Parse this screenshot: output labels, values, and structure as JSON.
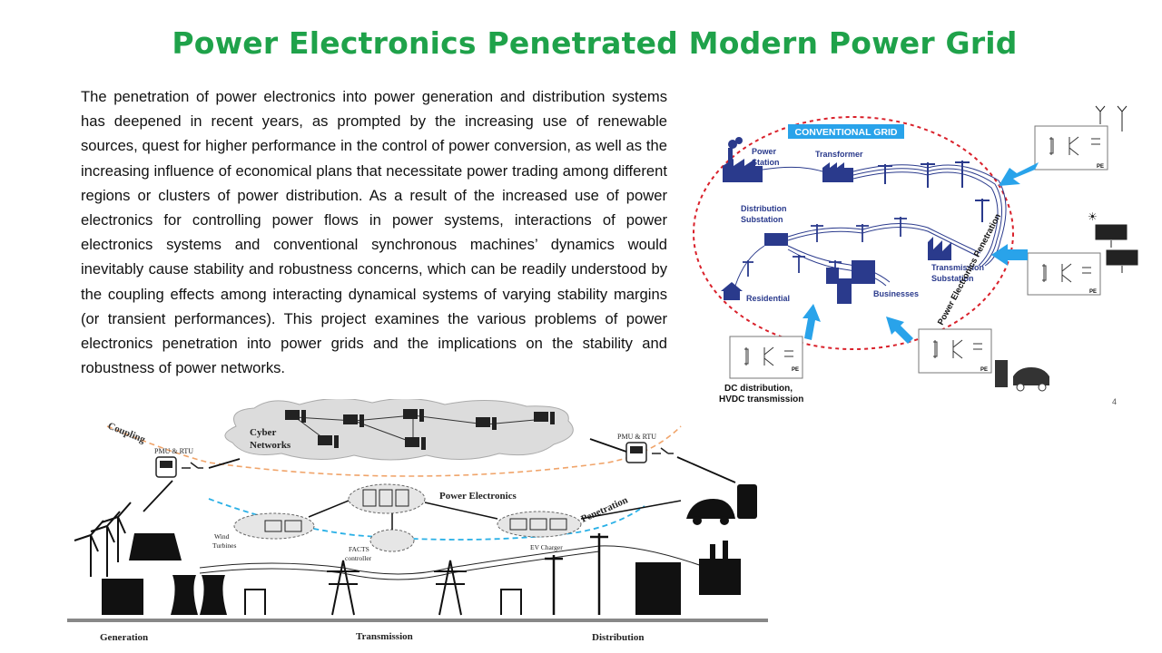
{
  "title": "Power Electronics Penetrated Modern Power Grid",
  "paragraph": "The penetration of power electronics into power generation and distribution systems has deepened in recent years, as prompted by the increasing use of renewable sources, quest for higher performance in the control of power conversion, as well as the increasing influence of economical plans that necessitate power trading among different regions or clusters of power distribution. As a result of the increased use of power electronics for controlling power flows in power systems, interactions of power electronics systems and conventional synchronous machines’ dynamics would inevitably cause stability and robustness concerns, which can be readily understood by the coupling effects among interacting dynamical systems of varying stability margins (or transient performances). This project examines the various problems of power electronics penetration into power grids and the implications on the stability and robustness of power networks.",
  "slide_number": "4",
  "right_diagram": {
    "banner": "CONVENTIONAL GRID",
    "power_station": [
      "Power",
      "Station"
    ],
    "transformer": "Transformer",
    "distribution_substation": [
      "Distribution",
      "Substation"
    ],
    "transmission_substation": [
      "Transmission",
      "Substation"
    ],
    "residential": "Residential",
    "businesses": "Businesses",
    "pe_penetration": "Power Electronics Penetration",
    "pe_box_tag": "PE",
    "dc_distribution": [
      "DC distribution,",
      "HVDC transmission"
    ]
  },
  "bottom_diagram": {
    "coupling": "Coupling",
    "cyber_networks": [
      "Cyber",
      "Networks"
    ],
    "pmu_rtu_left": "PMU & RTU",
    "pmu_rtu_right": "PMU & RTU",
    "power_electronics": "Power Electronics",
    "penetration": "Penetration",
    "wind_turbines": [
      "Wind",
      "Turbines"
    ],
    "facts_controller": [
      "FACTS",
      "controller"
    ],
    "ev_charger": "EV Charger",
    "generation": "Generation",
    "transmission": "Transmission",
    "distribution": "Distribution"
  },
  "colors": {
    "title_green": "#1fa24a",
    "grid_blue": "#2a3a8c",
    "arrow_blue": "#29a3ea",
    "ellipse_red": "#d9202a",
    "coupling_orange": "#f0a46a",
    "penetration_cyan": "#2ab0e6"
  }
}
